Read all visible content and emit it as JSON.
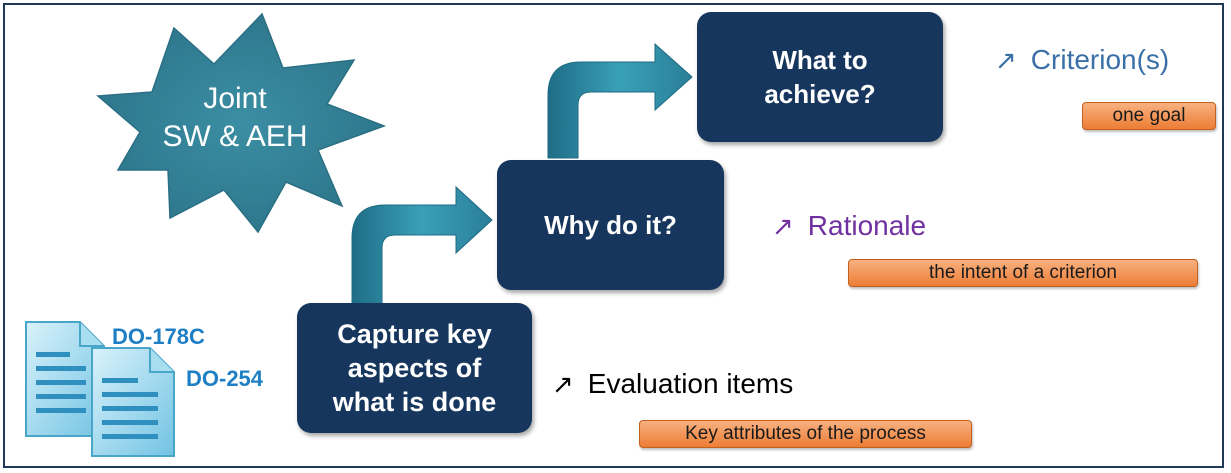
{
  "burst": {
    "line1": "Joint",
    "line2": "SW & AEH"
  },
  "boxes": {
    "capture": "Capture key\naspects of\nwhat is done",
    "why": "Why do it?",
    "what": "What to\nachieve?"
  },
  "labels": {
    "evaluation": {
      "arrow": "↗",
      "text": "Evaluation items"
    },
    "rationale": {
      "arrow": "↗",
      "text": "Rationale"
    },
    "criterion": {
      "arrow": "↗",
      "text": "Criterion(s)"
    }
  },
  "tags": {
    "goal": "one goal",
    "intent": "the intent of a criterion",
    "key": "Key attributes of the process"
  },
  "documents": {
    "doc1": "DO-178C",
    "doc2": "DO-254"
  },
  "colors": {
    "box": "#17365d",
    "step_arrow": "#2f8aa3",
    "burst": "#3b8ea3",
    "tag": "#ec7d35",
    "rationale": "#7030a0",
    "criterion": "#3a6fa8",
    "doc": "#1f7fc4"
  }
}
